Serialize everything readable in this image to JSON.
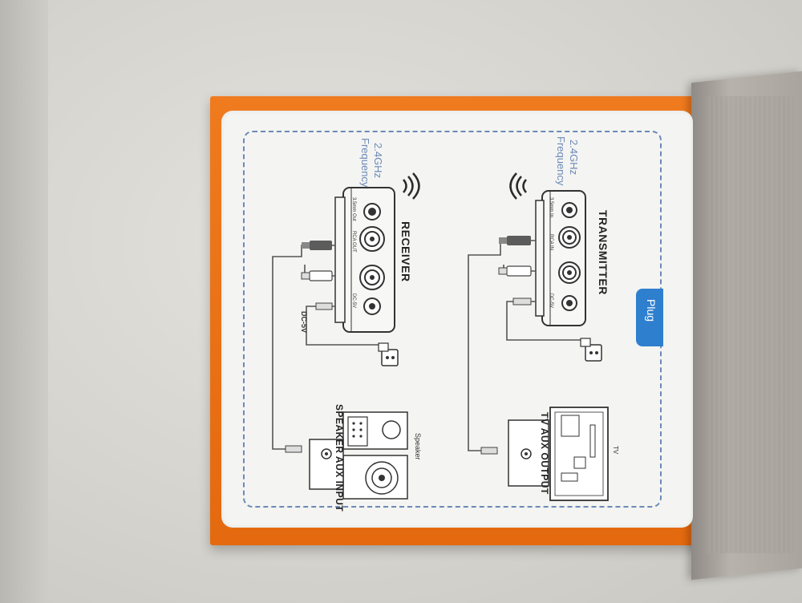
{
  "receiver": {
    "title": "RECEIVER",
    "frequency_line1": "2.4GHz",
    "frequency_line2": "Frequency",
    "port_35mm": "3.5mm Out",
    "port_rca": "RCA OUT",
    "port_dc": "DC-5V",
    "power_label": "DC-5V"
  },
  "transmitter": {
    "title": "TRANSMITTER",
    "frequency_line1": "2.4GHz",
    "frequency_line2": "Frequency",
    "port_35mm": "3.5mm In",
    "port_rca": "RCA IN",
    "port_dc": "DC-5V"
  },
  "speaker": {
    "label": "Speaker",
    "aux_label": "SPEAKER AUX INPUT"
  },
  "tv": {
    "label": "TV",
    "aux_label": "TV AUX OUTPUT"
  },
  "plug_tab": "Plug",
  "colors": {
    "box_orange": "#f07a1e",
    "accent_blue": "#2f7fcf",
    "dash_blue": "#6b8ab7"
  }
}
